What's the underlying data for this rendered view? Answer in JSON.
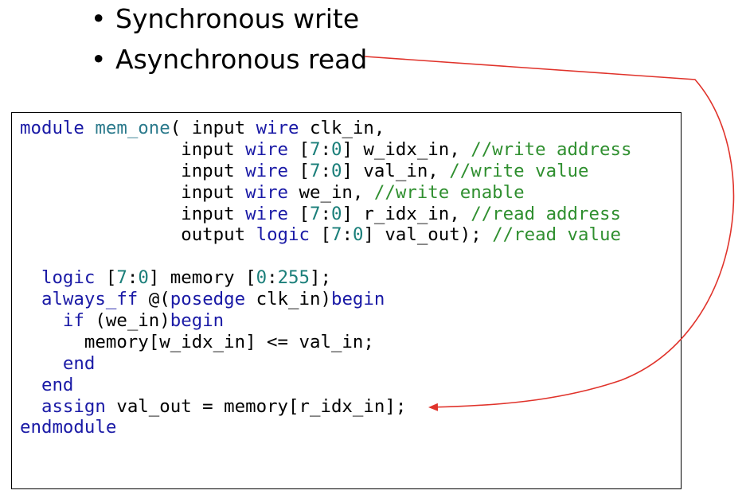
{
  "bullets": [
    {
      "marker": "•",
      "text": "Synchronous write"
    },
    {
      "marker": "•",
      "text": "Asynchronous read"
    }
  ],
  "code": {
    "lines": [
      [
        {
          "t": "module ",
          "c": "keyword"
        },
        {
          "t": "mem_one",
          "c": "ident"
        },
        {
          "t": "( ",
          "c": "plain"
        },
        {
          "t": "input ",
          "c": "plain"
        },
        {
          "t": "wire ",
          "c": "keyword"
        },
        {
          "t": "clk_in,",
          "c": "plain"
        }
      ],
      [
        {
          "t": "               ",
          "c": "plain"
        },
        {
          "t": "input ",
          "c": "plain"
        },
        {
          "t": "wire ",
          "c": "keyword"
        },
        {
          "t": "[",
          "c": "plain"
        },
        {
          "t": "7",
          "c": "number"
        },
        {
          "t": ":",
          "c": "plain"
        },
        {
          "t": "0",
          "c": "number"
        },
        {
          "t": "] w_idx_in, ",
          "c": "plain"
        },
        {
          "t": "//write address",
          "c": "comment"
        }
      ],
      [
        {
          "t": "               ",
          "c": "plain"
        },
        {
          "t": "input ",
          "c": "plain"
        },
        {
          "t": "wire ",
          "c": "keyword"
        },
        {
          "t": "[",
          "c": "plain"
        },
        {
          "t": "7",
          "c": "number"
        },
        {
          "t": ":",
          "c": "plain"
        },
        {
          "t": "0",
          "c": "number"
        },
        {
          "t": "] val_in, ",
          "c": "plain"
        },
        {
          "t": "//write value",
          "c": "comment"
        }
      ],
      [
        {
          "t": "               ",
          "c": "plain"
        },
        {
          "t": "input ",
          "c": "plain"
        },
        {
          "t": "wire ",
          "c": "keyword"
        },
        {
          "t": "we_in, ",
          "c": "plain"
        },
        {
          "t": "//write enable",
          "c": "comment"
        }
      ],
      [
        {
          "t": "               ",
          "c": "plain"
        },
        {
          "t": "input ",
          "c": "plain"
        },
        {
          "t": "wire ",
          "c": "keyword"
        },
        {
          "t": "[",
          "c": "plain"
        },
        {
          "t": "7",
          "c": "number"
        },
        {
          "t": ":",
          "c": "plain"
        },
        {
          "t": "0",
          "c": "number"
        },
        {
          "t": "] r_idx_in, ",
          "c": "plain"
        },
        {
          "t": "//read address",
          "c": "comment"
        }
      ],
      [
        {
          "t": "               ",
          "c": "plain"
        },
        {
          "t": "output ",
          "c": "plain"
        },
        {
          "t": "logic ",
          "c": "keyword"
        },
        {
          "t": "[",
          "c": "plain"
        },
        {
          "t": "7",
          "c": "number"
        },
        {
          "t": ":",
          "c": "plain"
        },
        {
          "t": "0",
          "c": "number"
        },
        {
          "t": "] val_out); ",
          "c": "plain"
        },
        {
          "t": "//read value",
          "c": "comment"
        }
      ],
      [],
      [
        {
          "t": "  ",
          "c": "plain"
        },
        {
          "t": "logic ",
          "c": "keyword"
        },
        {
          "t": "[",
          "c": "plain"
        },
        {
          "t": "7",
          "c": "number"
        },
        {
          "t": ":",
          "c": "plain"
        },
        {
          "t": "0",
          "c": "number"
        },
        {
          "t": "] memory [",
          "c": "plain"
        },
        {
          "t": "0",
          "c": "number"
        },
        {
          "t": ":",
          "c": "plain"
        },
        {
          "t": "255",
          "c": "number"
        },
        {
          "t": "];",
          "c": "plain"
        }
      ],
      [
        {
          "t": "  ",
          "c": "plain"
        },
        {
          "t": "always_ff ",
          "c": "keyword"
        },
        {
          "t": "@(",
          "c": "plain"
        },
        {
          "t": "posedge ",
          "c": "keyword"
        },
        {
          "t": "clk_in)",
          "c": "plain"
        },
        {
          "t": "begin",
          "c": "keyword"
        }
      ],
      [
        {
          "t": "    ",
          "c": "plain"
        },
        {
          "t": "if ",
          "c": "keyword"
        },
        {
          "t": "(we_in)",
          "c": "plain"
        },
        {
          "t": "begin",
          "c": "keyword"
        }
      ],
      [
        {
          "t": "      ",
          "c": "plain"
        },
        {
          "t": "memory[w_idx_in] <= val_in;",
          "c": "plain"
        }
      ],
      [
        {
          "t": "    ",
          "c": "plain"
        },
        {
          "t": "end",
          "c": "keyword"
        }
      ],
      [
        {
          "t": "  ",
          "c": "plain"
        },
        {
          "t": "end",
          "c": "keyword"
        }
      ],
      [
        {
          "t": "  ",
          "c": "plain"
        },
        {
          "t": "assign ",
          "c": "keyword"
        },
        {
          "t": "val_out = memory[r_idx_in];",
          "c": "plain"
        }
      ],
      [
        {
          "t": "endmodule",
          "c": "keyword"
        }
      ]
    ]
  },
  "colors": {
    "keyword": "#1a1aa6",
    "identifier": "#2b7a8c",
    "number": "#1b7f7a",
    "comment": "#2f8f2f",
    "arrow": "#e0332b"
  }
}
